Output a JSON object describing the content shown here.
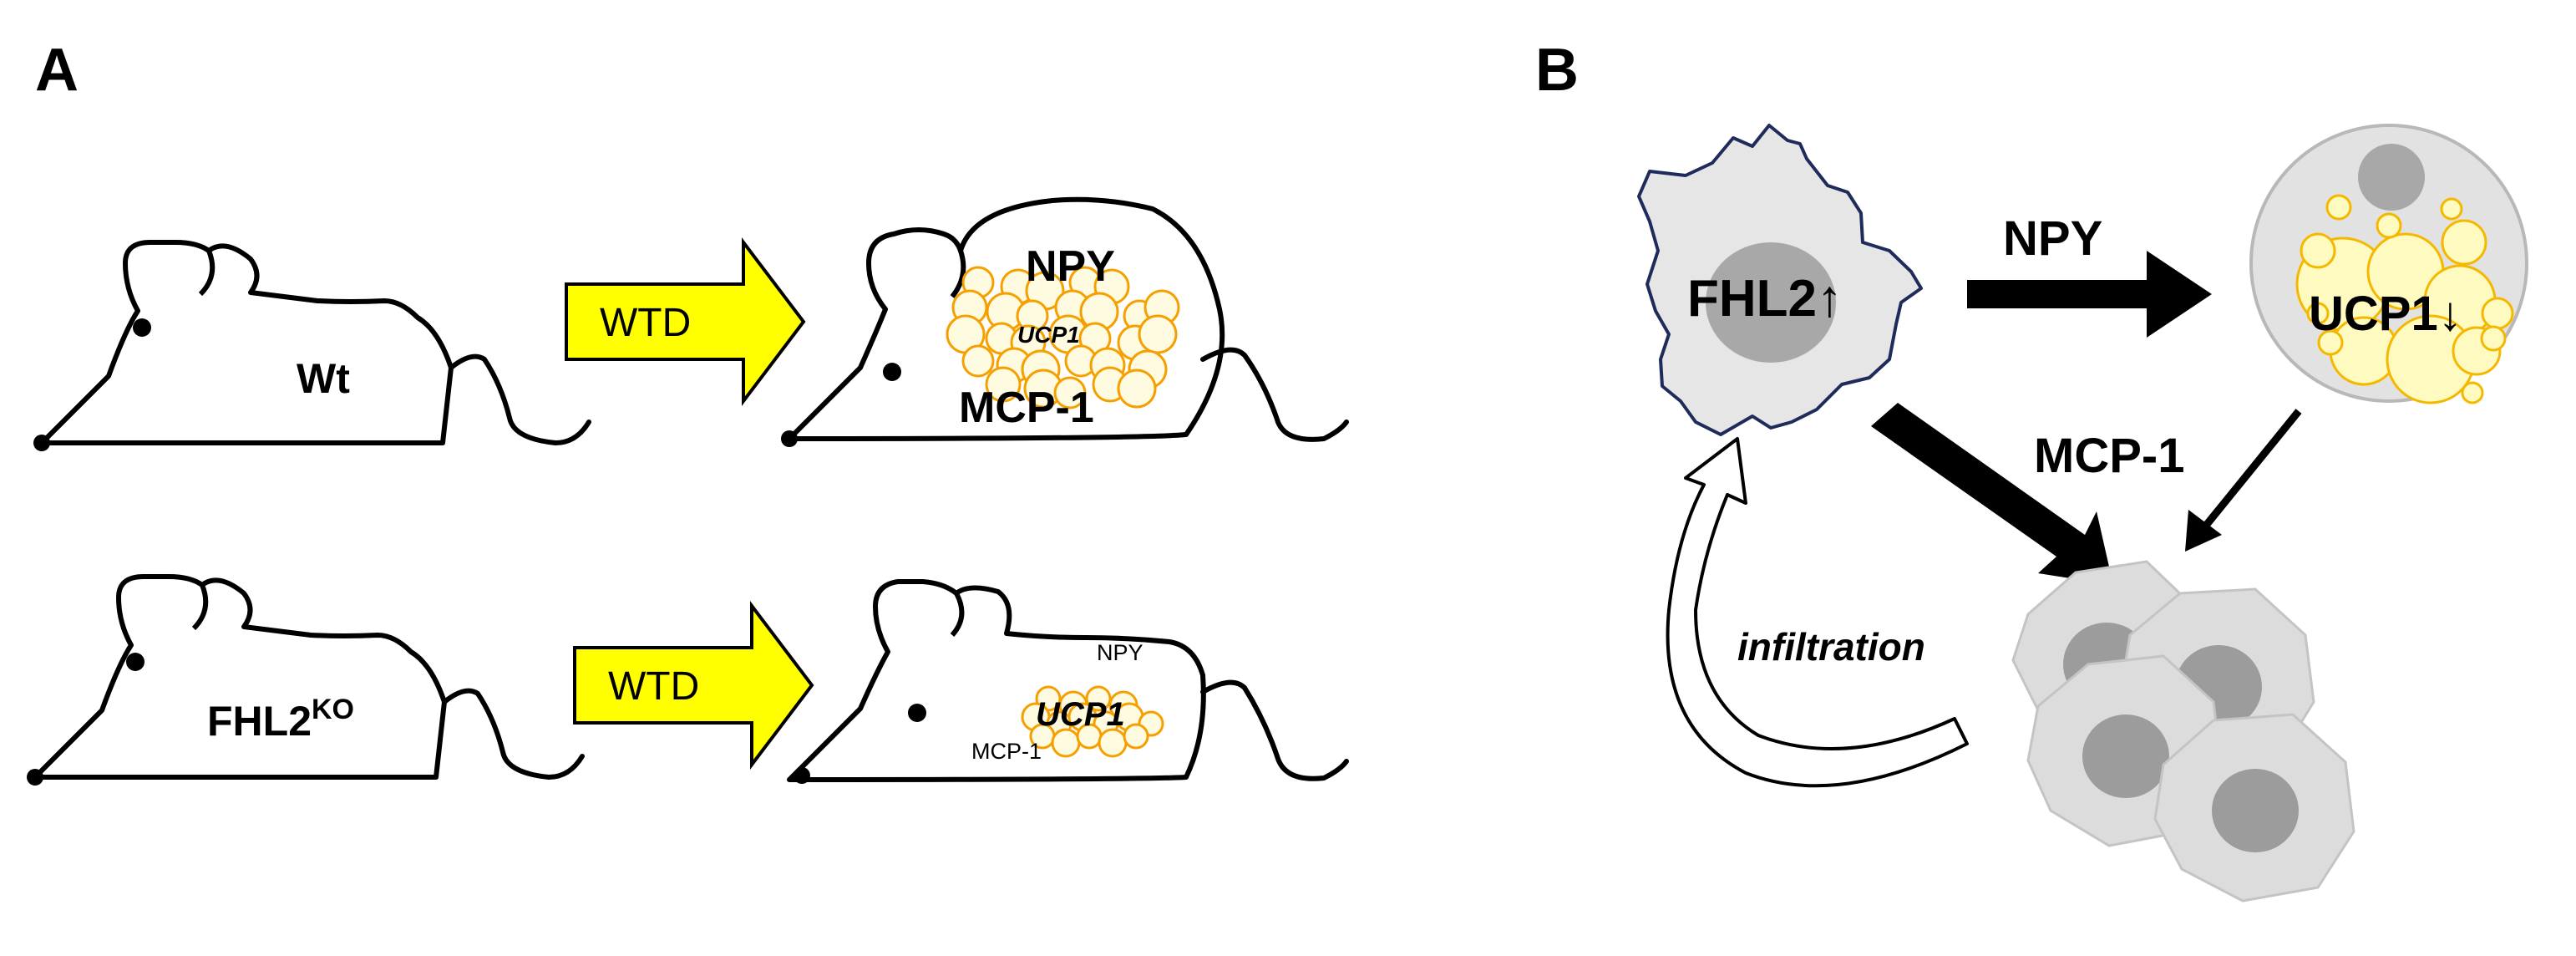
{
  "panel_a": {
    "label": "A",
    "row1": {
      "mouse_label": "Wt",
      "arrow_label": "WTD",
      "fat_labels": {
        "top": "NPY",
        "center": "UCP1",
        "bottom": "MCP-1"
      }
    },
    "row2": {
      "mouse_label": "FHL2",
      "mouse_label_sup": "KO",
      "arrow_label": "WTD",
      "fat_labels": {
        "top": "NPY",
        "center": "UCP1",
        "bottom": "MCP-1"
      }
    }
  },
  "panel_b": {
    "label": "B",
    "macrophage_label": "FHL2↑",
    "adipocyte_label": "UCP1↓",
    "arrow_npy": "NPY",
    "arrow_mcp1": "MCP-1",
    "infiltration": "infiltration"
  },
  "colors": {
    "wtd_arrow_fill": "#ffff00",
    "fat_cell_stroke": "#f5a000",
    "fat_cell_fill": "#fffbe0",
    "cell_gray": "#d9d9d9",
    "nucleus_gray": "#a0a0a0",
    "macrophage_outline": "#1f2b5a"
  }
}
